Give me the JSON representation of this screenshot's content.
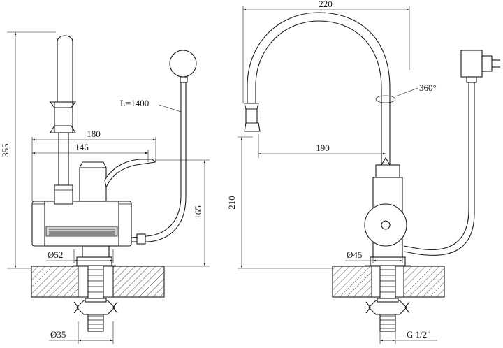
{
  "drawing": {
    "front_view": {
      "height_total": "355",
      "length_outer": "180",
      "length_inner": "146",
      "height_body": "165",
      "base_diameter": "Ø52",
      "shank_diameter": "Ø35",
      "cable_length": "L=1400"
    },
    "side_view": {
      "width_total": "220",
      "reach": "190",
      "height": "210",
      "rotation": "360°",
      "base_diameter": "Ø45",
      "thread": "G 1/2\""
    }
  }
}
